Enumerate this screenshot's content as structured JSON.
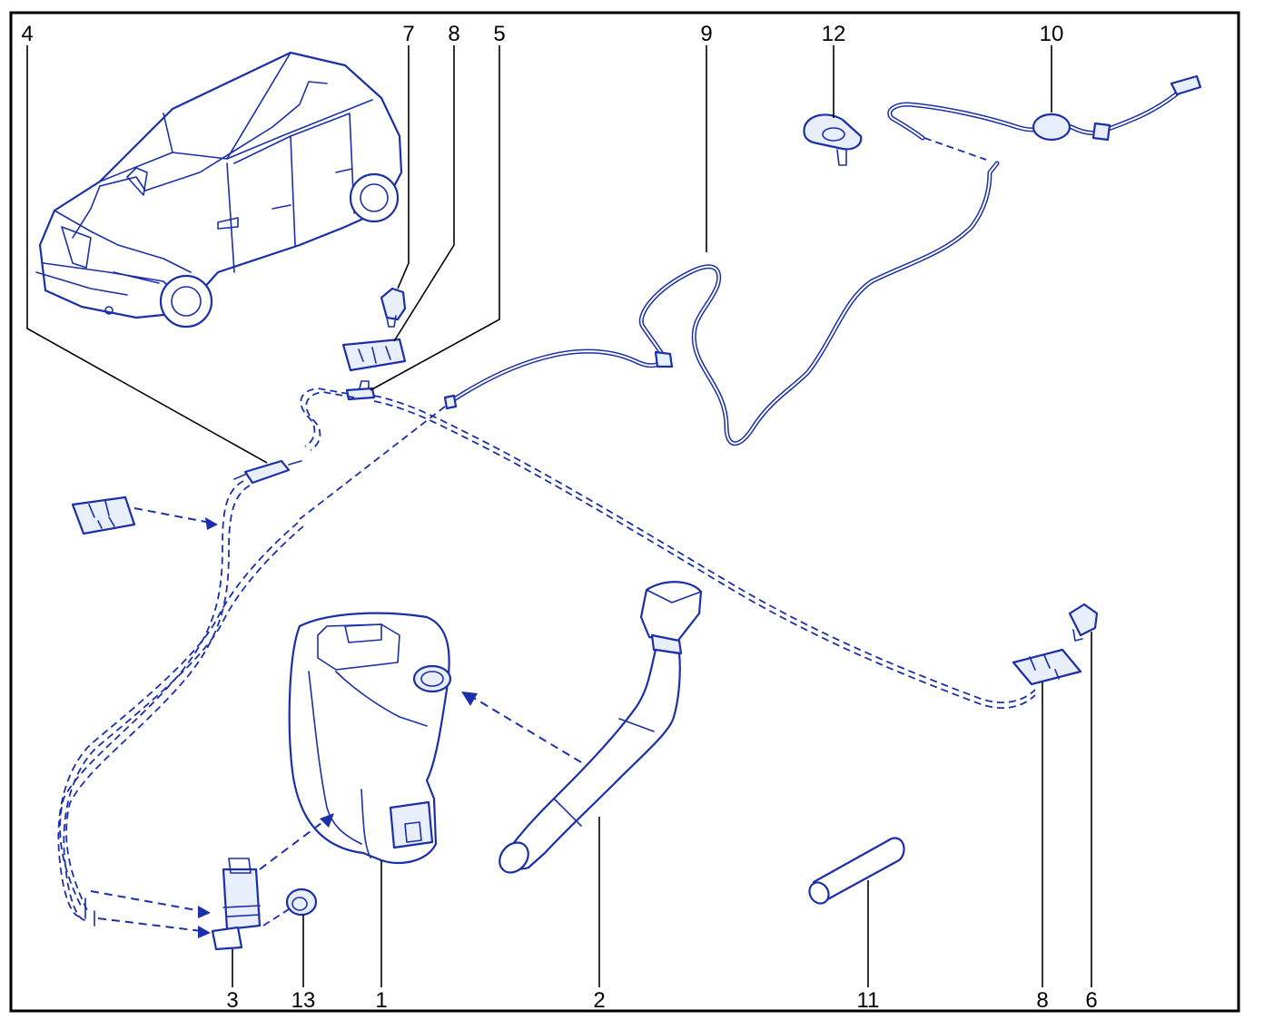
{
  "callouts": {
    "c1": "1",
    "c2": "2",
    "c3": "3",
    "c4": "4",
    "c5": "5",
    "c6": "6",
    "c7": "7",
    "c8a": "8",
    "c8b": "8",
    "c9": "9",
    "c10": "10",
    "c11": "11",
    "c12": "12",
    "c13": "13"
  },
  "colors": {
    "line": "#1a2fa8",
    "labels": "#000000",
    "frame": "#000000"
  }
}
